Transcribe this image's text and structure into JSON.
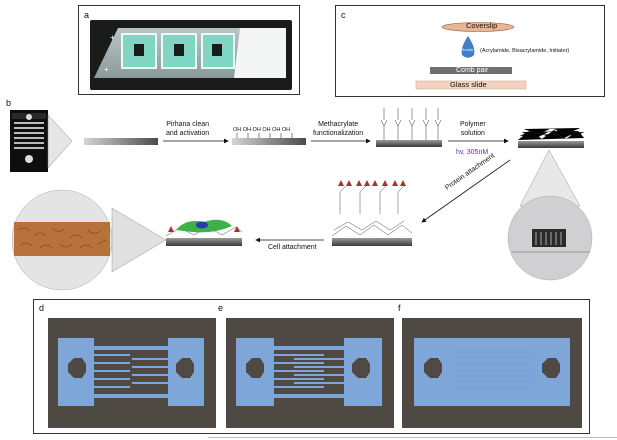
{
  "panels": {
    "a": "a",
    "b": "b",
    "c": "c",
    "d": "d",
    "e": "e",
    "f": "f"
  },
  "panel_c": {
    "coverslip": "Coverslip",
    "pa_drop": "PA soln",
    "reagents": "(Acrylamide, Bisacrylamide, Initiator)",
    "comb_pair": "Comb pair",
    "glass_slide": "Glass slide"
  },
  "process": {
    "step1_line1": "Pirhana clean",
    "step1_line2": "and activation",
    "oh_groups": "OH OH OH OH OH OH",
    "step2_line1": "Methacrylate",
    "step2_line2": "functionalization",
    "step3_line1": "Polymer",
    "step3_line2": "solution",
    "uv": "hv, 305nM",
    "step4": "Protein attachment",
    "step5": "Cell attachment"
  },
  "colors": {
    "teal": "#7fd6c2",
    "comb_blue": "#7ea6d8",
    "copper": "#b8703c",
    "uv_purple": "#6a2aa8",
    "protein_red": "#a83232"
  }
}
